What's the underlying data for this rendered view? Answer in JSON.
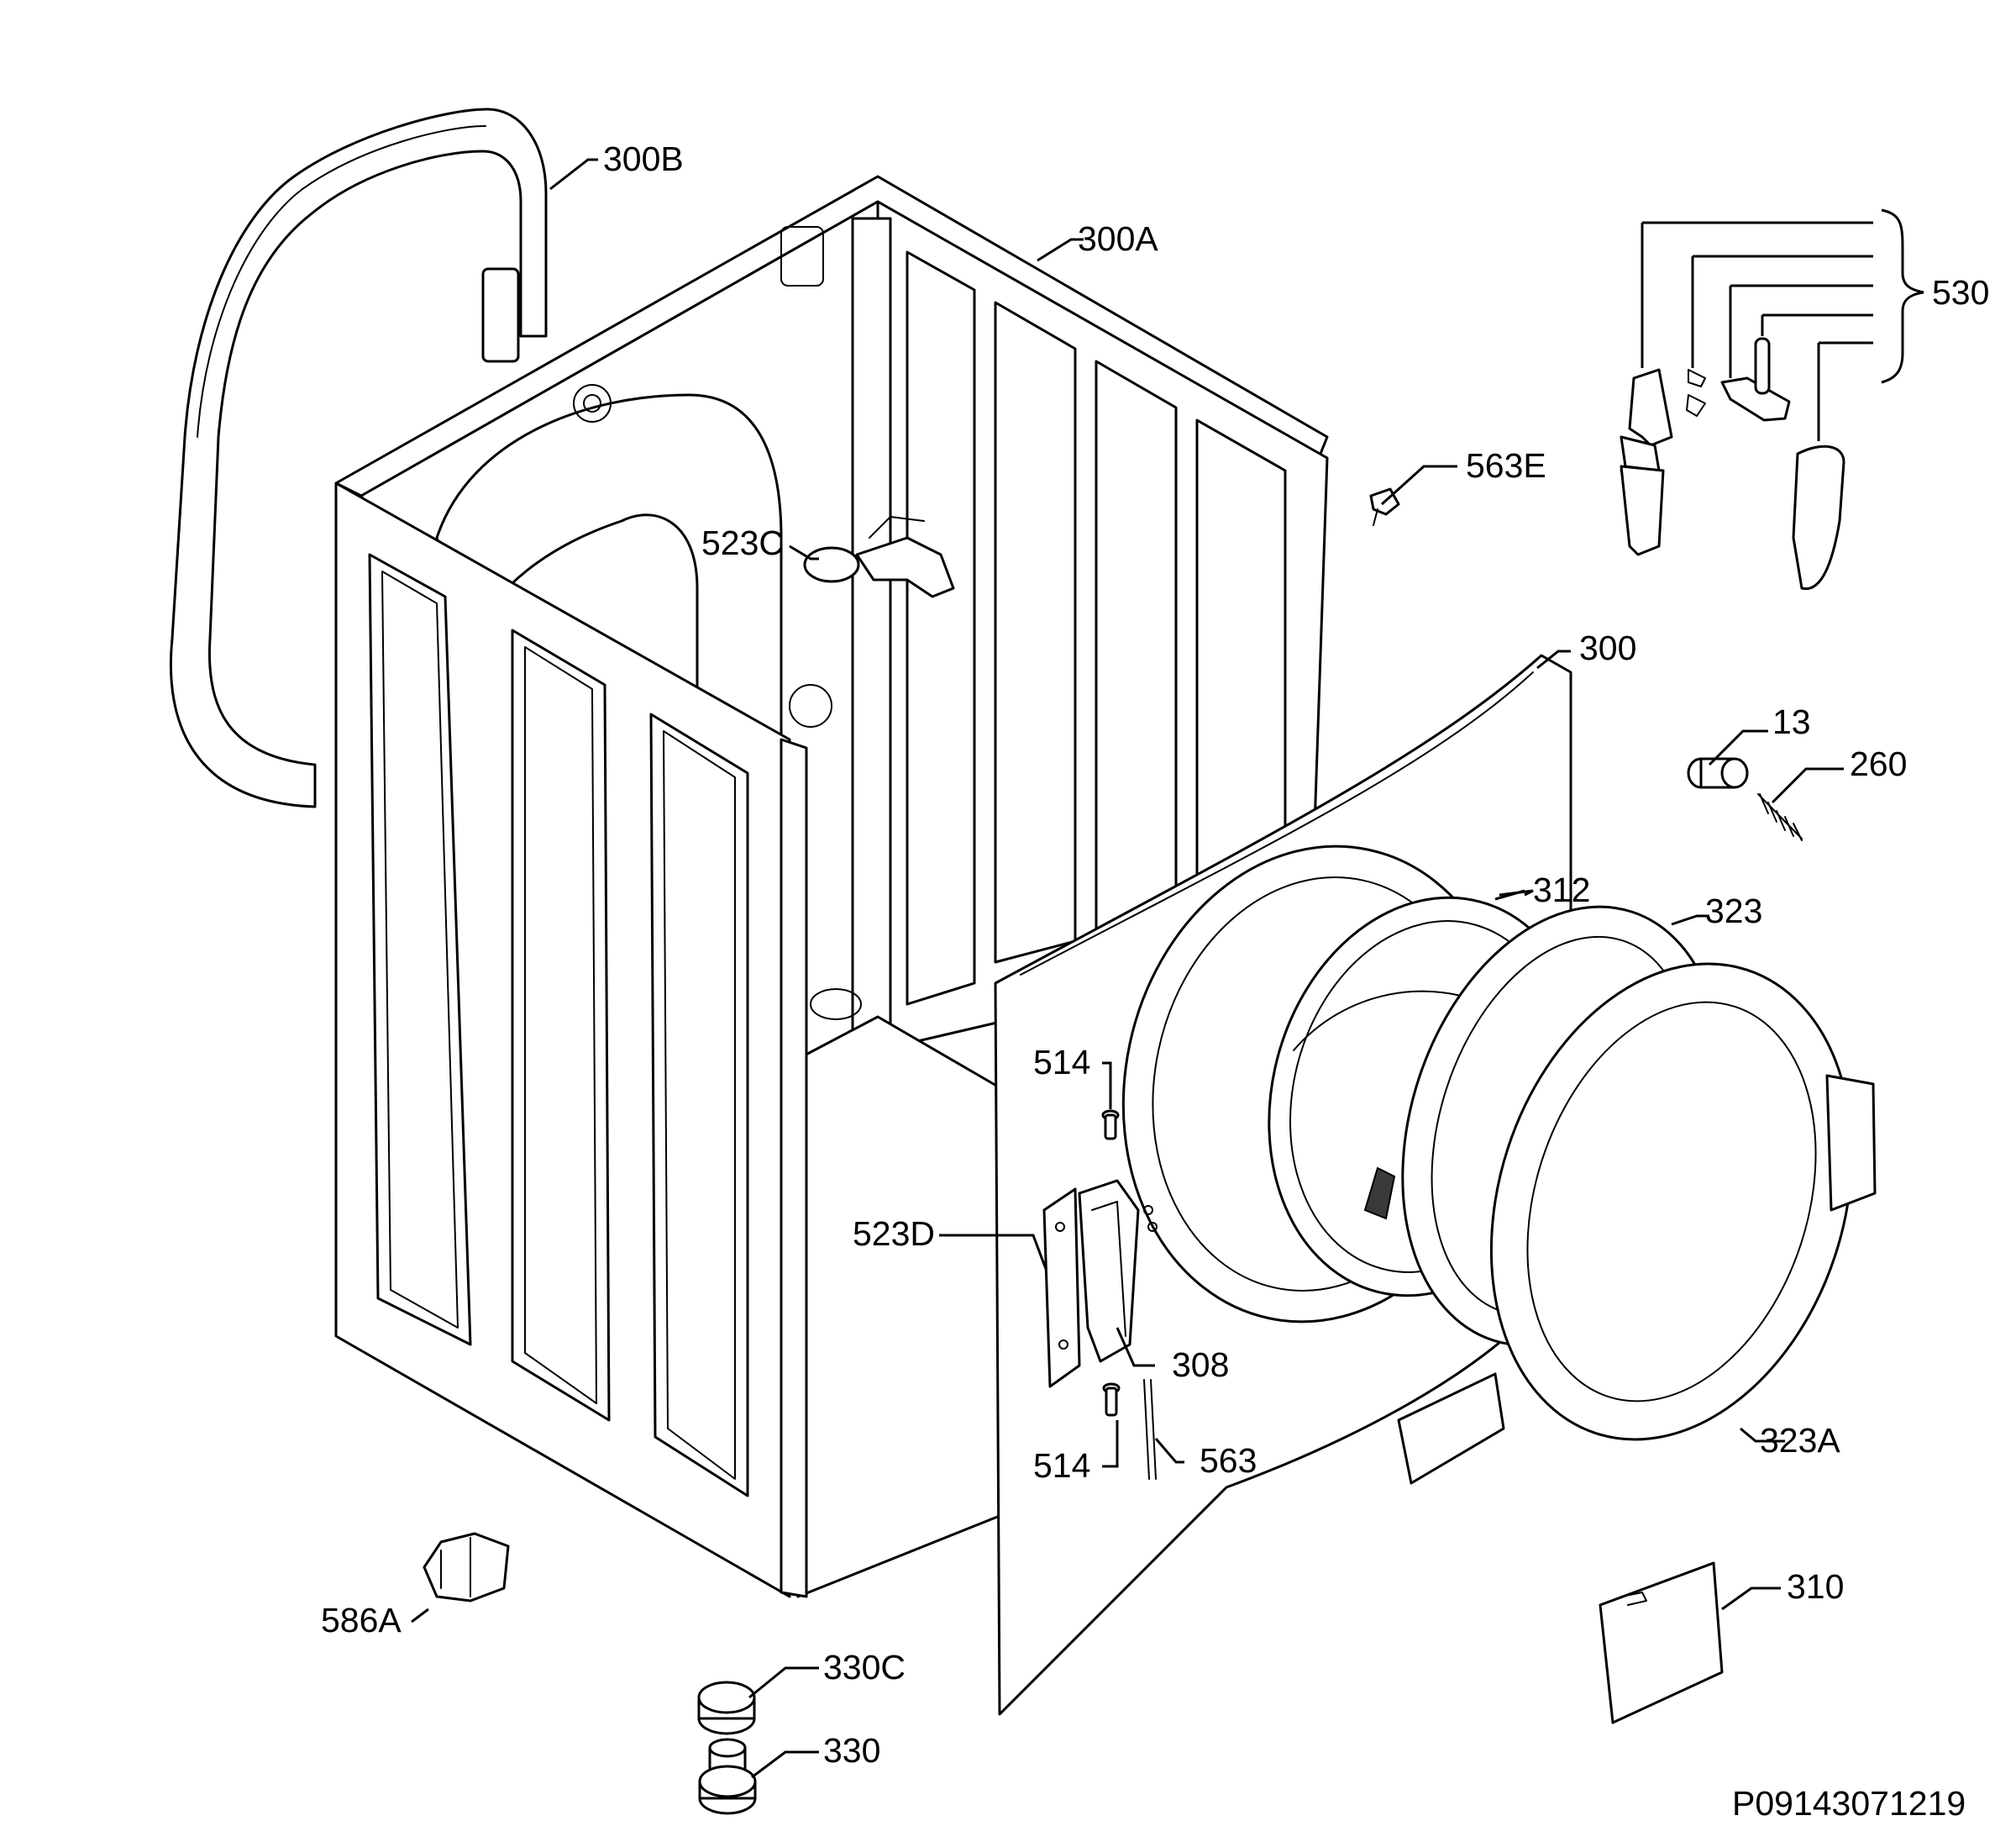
{
  "labels": {
    "l300B": "300B",
    "l300A": "300A",
    "l530": "530",
    "l563E": "563E",
    "l523C": "523C",
    "l300": "300",
    "l13": "13",
    "l260": "260",
    "l312": "312",
    "l323": "323",
    "l514a": "514",
    "l523D": "523D",
    "l308": "308",
    "l514b": "514",
    "l563": "563",
    "l323A": "323A",
    "l310": "310",
    "l586A": "586A",
    "l330C": "330C",
    "l330": "330"
  },
  "drawing_code": "P09143071219"
}
